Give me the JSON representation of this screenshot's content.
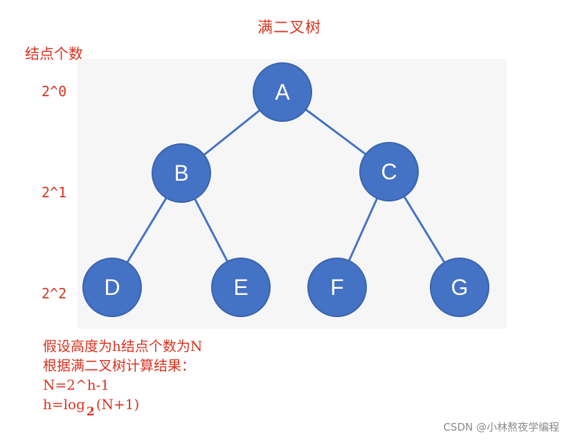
{
  "title": "满二叉树",
  "legend": "结点个数",
  "levels": [
    "2^0",
    "2^1",
    "2^2"
  ],
  "nodes": [
    {
      "id": "A",
      "label": "A"
    },
    {
      "id": "B",
      "label": "B"
    },
    {
      "id": "C",
      "label": "C"
    },
    {
      "id": "D",
      "label": "D"
    },
    {
      "id": "E",
      "label": "E"
    },
    {
      "id": "F",
      "label": "F"
    },
    {
      "id": "G",
      "label": "G"
    }
  ],
  "edges": [
    [
      "A",
      "B"
    ],
    [
      "A",
      "C"
    ],
    [
      "B",
      "D"
    ],
    [
      "B",
      "E"
    ],
    [
      "C",
      "F"
    ],
    [
      "C",
      "G"
    ]
  ],
  "colors": {
    "node_fill": "#4472c4",
    "node_stroke": "#3a63ad",
    "edge": "#4472c4",
    "text_red": "#d9321f",
    "label_white": "#ffffff"
  },
  "explanation": {
    "line1": "假设高度为h结点个数为N",
    "line2": "根据满二叉树计算结果：",
    "line3": "N=2^h-1",
    "line4_prefix": "h=log",
    "line4_sub": "2",
    "line4_suffix": "(N+1)"
  },
  "watermark": "CSDN @小林熬夜学编程"
}
